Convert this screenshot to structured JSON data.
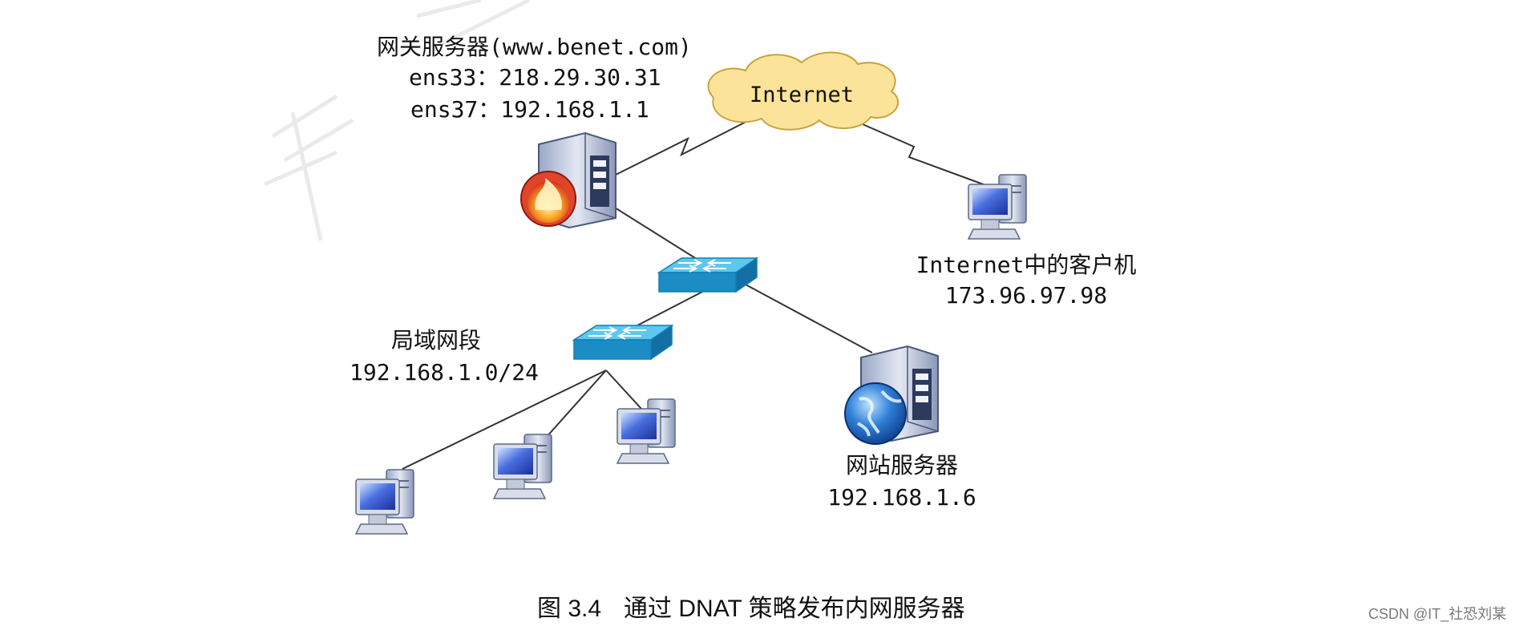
{
  "gateway": {
    "title": "网关服务器(www.benet.com)",
    "if1": "ens33：218.29.30.31",
    "if2": "ens37：192.168.1.1"
  },
  "cloud": {
    "label": "Internet"
  },
  "client": {
    "title": "Internet中的客户机",
    "ip": "173.96.97.98"
  },
  "lan": {
    "title": "局域网段",
    "subnet": "192.168.1.0/24"
  },
  "web": {
    "title": "网站服务器",
    "ip": "192.168.1.6"
  },
  "caption": {
    "number": "图 3.4",
    "text": "通过 DNAT 策略发布内网服务器"
  },
  "watermark": "CSDN @IT_社恐刘某",
  "colors": {
    "cloud_fill": "#fbe49a",
    "cloud_stroke": "#c9a33a",
    "switch_top": "#5ec7ee",
    "switch_side": "#1b8dc4",
    "firewall": "#e0442a",
    "globe": "#2f7fd8",
    "line": "#333333"
  }
}
